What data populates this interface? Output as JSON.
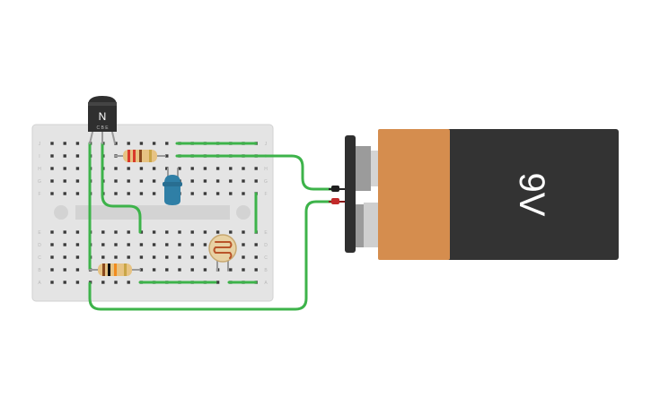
{
  "circuit": {
    "transistor": {
      "label": "N",
      "pins": "C B E"
    },
    "battery": {
      "label": "9V"
    },
    "colors": {
      "wire": "#3db34a",
      "board": "#e4e4e4",
      "battery_body": "#333333",
      "battery_band": "#d58d4e",
      "led": "#2f7fa6"
    },
    "components": [
      "npn-transistor",
      "resistor-top",
      "resistor-bottom",
      "led",
      "photoresistor",
      "battery-9v"
    ]
  }
}
